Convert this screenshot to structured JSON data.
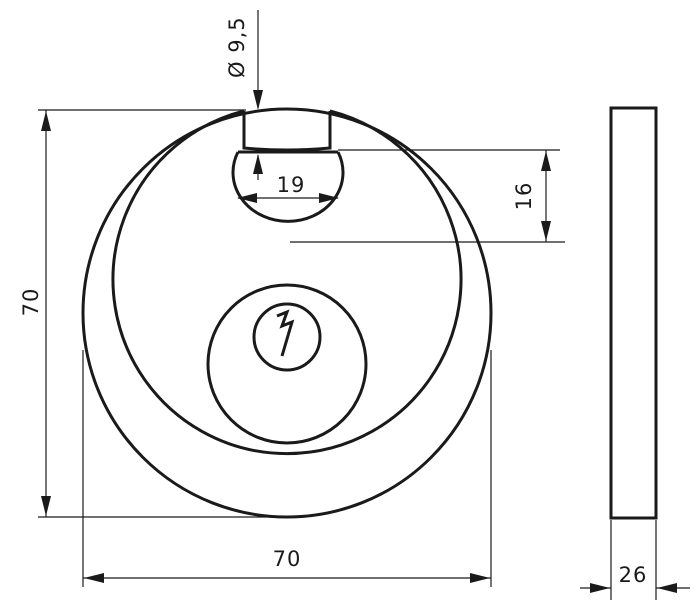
{
  "diagram": {
    "dimensions": {
      "shackle_diameter": "Ø 9,5",
      "opening_width": "19",
      "opening_height": "16",
      "body_height": "70",
      "body_width": "70",
      "body_depth": "26"
    },
    "colors": {
      "stroke": "#1a1a1a",
      "background": "#ffffff"
    }
  }
}
